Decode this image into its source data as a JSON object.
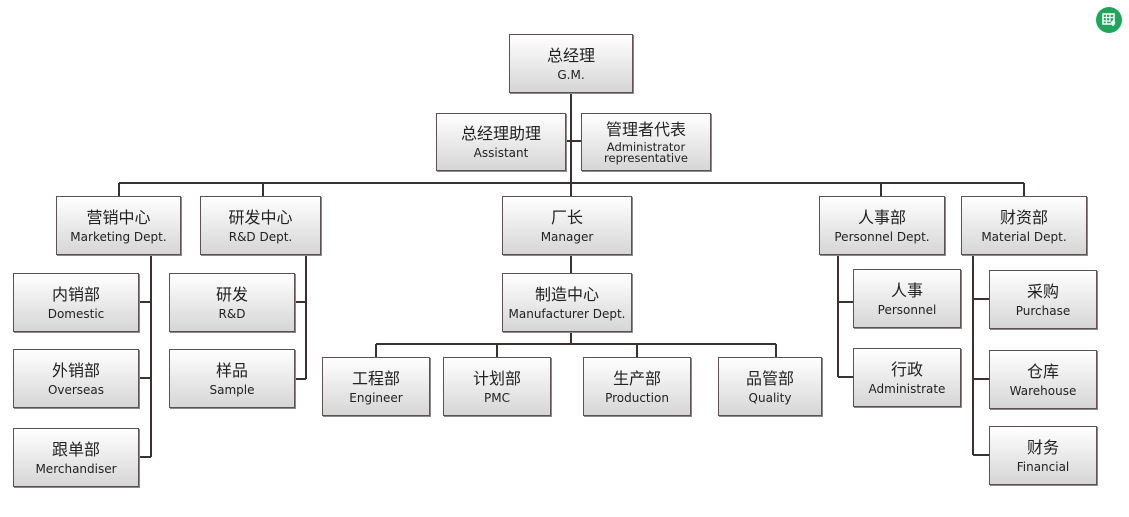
{
  "chart_title": "",
  "nodes": {
    "gm": {
      "cn": "总经理",
      "en": "G.M."
    },
    "assistant": {
      "cn": "总经理助理",
      "en": "Assistant"
    },
    "admin_rep": {
      "cn": "管理者代表",
      "en1": "Administrator",
      "en2": "representative"
    },
    "marketing": {
      "cn": "营销中心",
      "en": "Marketing Dept."
    },
    "rd_center": {
      "cn": "研发中心",
      "en": "R&D Dept."
    },
    "manager": {
      "cn": "厂长",
      "en": "Manager"
    },
    "personnel_dept": {
      "cn": "人事部",
      "en": "Personnel Dept."
    },
    "material_dept": {
      "cn": "财资部",
      "en": "Material Dept."
    },
    "domestic": {
      "cn": "内销部",
      "en": "Domestic"
    },
    "overseas": {
      "cn": "外销部",
      "en": "Overseas"
    },
    "merchandiser": {
      "cn": "跟单部",
      "en": "Merchandiser"
    },
    "rd": {
      "cn": "研发",
      "en": "R&D"
    },
    "sample": {
      "cn": "样品",
      "en": "Sample"
    },
    "manufacturer": {
      "cn": "制造中心",
      "en": "Manufacturer Dept."
    },
    "engineer": {
      "cn": "工程部",
      "en": "Engineer"
    },
    "pmc": {
      "cn": "计划部",
      "en": "PMC"
    },
    "production": {
      "cn": "生产部",
      "en": "Production"
    },
    "quality": {
      "cn": "品管部",
      "en": "Quality"
    },
    "personnel": {
      "cn": "人事",
      "en": "Personnel"
    },
    "administrate": {
      "cn": "行政",
      "en": "Administrate"
    },
    "purchase": {
      "cn": "采购",
      "en": "Purchase"
    },
    "warehouse": {
      "cn": "仓库",
      "en": "Warehouse"
    },
    "financial": {
      "cn": "财务",
      "en": "Financial"
    }
  },
  "colors": {
    "line": "#3a3230",
    "border": "#5a5352",
    "badge": "#1fa65a"
  },
  "badge_icon": "table-export-icon"
}
